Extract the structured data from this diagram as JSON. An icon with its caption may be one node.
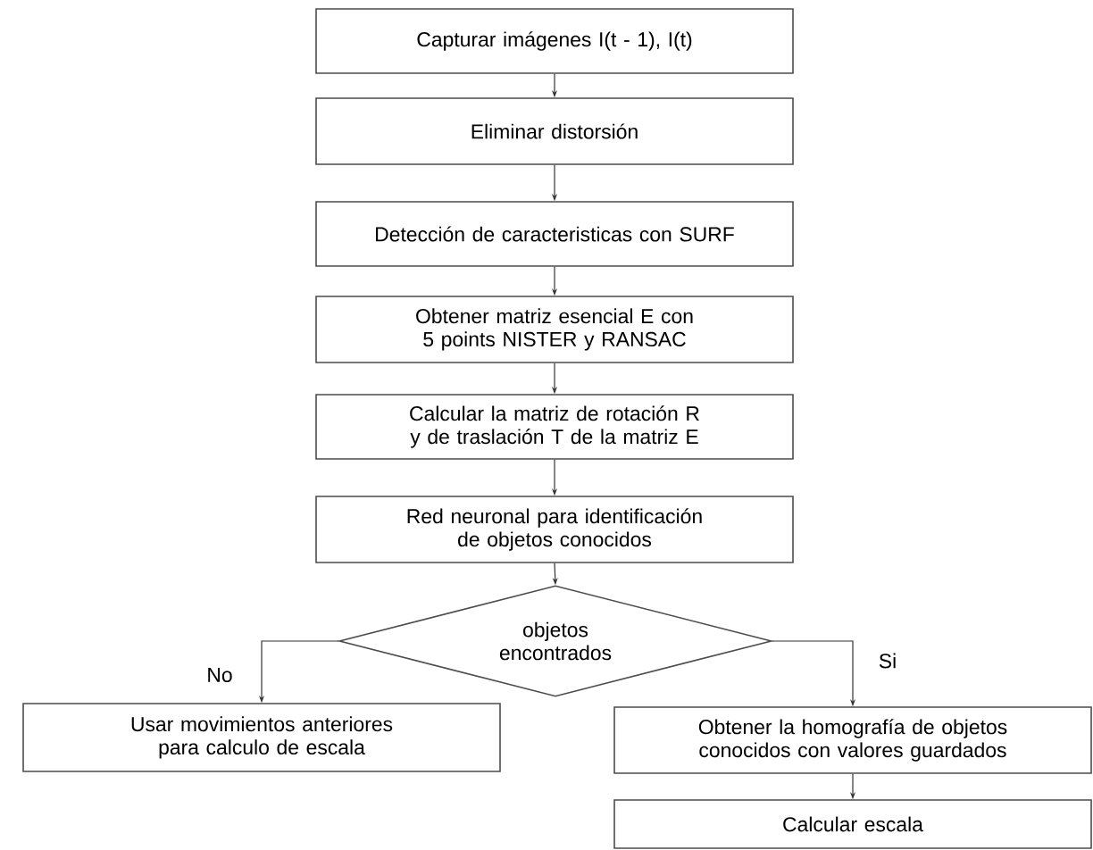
{
  "diagram": {
    "nodes": [
      {
        "text": [
          "Capturar imágenes I(t - 1), I(t)"
        ]
      },
      {
        "text": [
          "Eliminar distorsión"
        ]
      },
      {
        "text": [
          "Detección de caracteristicas con SURF"
        ]
      },
      {
        "text": [
          "Obtener matriz esencial E con 5 points NISTER y RANSAC"
        ]
      },
      {
        "text": [
          "Calcular la matriz de rotación R y de traslación T de la matriz E"
        ]
      },
      {
        "text": [
          "Red neuronal para identificación de objetos conocidos"
        ]
      },
      {
        "text": [
          "objetos encontrados"
        ]
      },
      {
        "text": [
          "Usar movimientos anteriores para calculo de escala"
        ]
      },
      {
        "text": [
          "Obtener la homografía de objetos conocidos con valores guardados"
        ]
      },
      {
        "text": [
          "Calcular escala"
        ]
      }
    ],
    "edges": [
      {
        "from": 0,
        "to": 1,
        "arrow": "to"
      },
      {
        "from": 1,
        "to": 2,
        "arrow": "to"
      },
      {
        "from": 2,
        "to": 3,
        "arrow": "to"
      },
      {
        "from": 3,
        "to": 4,
        "arrow": "to"
      },
      {
        "from": 4,
        "to": 5,
        "arrow": "to"
      },
      {
        "from": 5,
        "to": 6,
        "arrow": "to"
      },
      {
        "from": 6,
        "to": 7,
        "arrow": "to",
        "label": "No"
      },
      {
        "from": 6,
        "to": 8,
        "arrow": "to",
        "label": "Si"
      },
      {
        "from": 8,
        "to": 9,
        "arrow": "to"
      }
    ]
  }
}
